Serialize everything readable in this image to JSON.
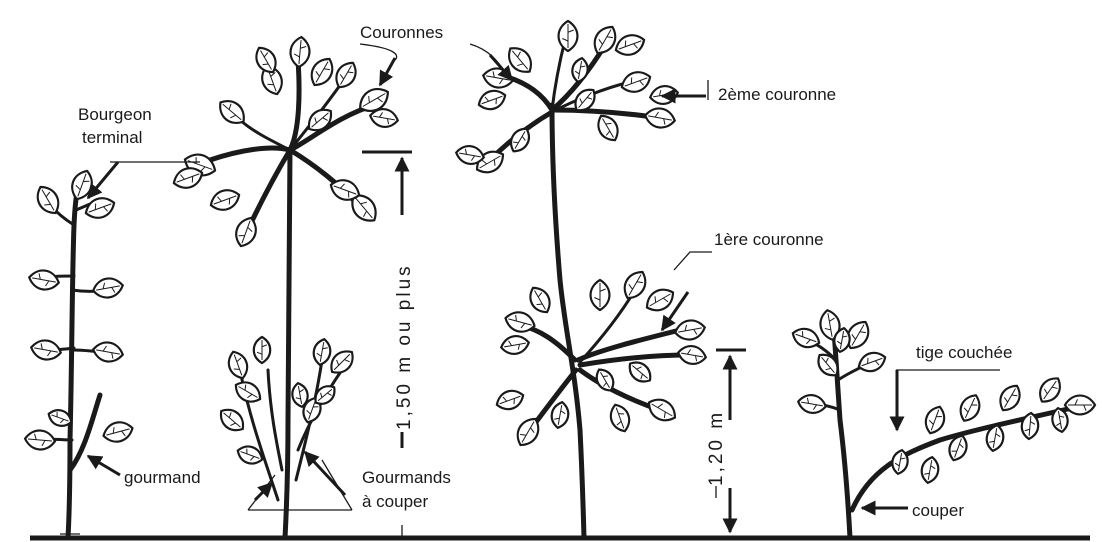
{
  "labels": {
    "bourgeon_terminal_line1": "Bourgeon",
    "bourgeon_terminal_line2": "terminal",
    "gourmand": "gourmand",
    "couronnes": "Couronnes",
    "hauteur_1_50": "1,50 m ou plus",
    "gourmands_a_couper_line1": "Gourmands",
    "gourmands_a_couper_line2": "à couper",
    "deuxieme_couronne": "2ème couronne",
    "premiere_couronne": "1ère couronne",
    "hauteur_1_20": "1,20 m",
    "tige_couchee": "tige couchée",
    "couper": "couper"
  },
  "colors": {
    "ink": "#1a1a1a",
    "paper": "#ffffff"
  }
}
